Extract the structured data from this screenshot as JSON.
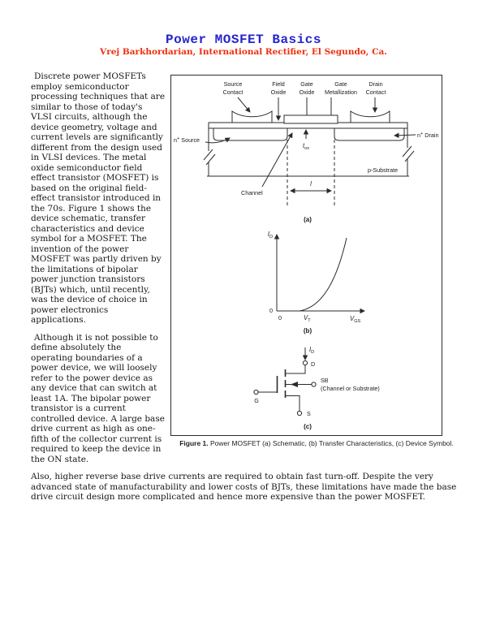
{
  "header": {
    "title": "Power MOSFET Basics",
    "subtitle": "Vrej Barkhordarian, International Rectifier, El Segundo, Ca."
  },
  "article": {
    "para1": "Discrete power MOSFETs employ semiconductor processing techniques that are similar to those of today's VLSI circuits, although the device geometry, voltage and current levels are significantly different from the design used in VLSI devices. The metal oxide semiconductor field effect transistor (MOSFET) is based on the original field-effect transistor introduced in the 70s.  Figure 1 shows the device schematic, transfer characteristics and device symbol for a MOSFET.  The invention of the power MOSFET was partly driven by the limitations of bipolar power junction transistors (BJTs) which, until recently, was the device of choice in power electronics applications.",
    "para2": "Although it is not possible to define absolutely the operating boundaries of a power device, we will loosely refer to the power device as any device that can switch at least 1A. The bipolar power transistor is a current controlled device. A large base drive current as high as one-fifth of the collector current is required to keep the device in the ON state.",
    "para3": "Also, higher reverse base drive currents are required to obtain fast turn-off. Despite the very advanced state of manufacturability and lower costs of BJTs, these limitations have made the base drive circuit design more complicated and hence more expensive than the power MOSFET."
  },
  "figure": {
    "caption": {
      "label": "Figure 1.",
      "text": " Power MOSFET (a) Schematic, (b) Transfer Characteristics, (c) Device Symbol."
    },
    "panel_a": {
      "tag": "(a)",
      "labels": {
        "source_contact_1": "Source",
        "source_contact_2": "Contact",
        "field_oxide_1": "Field",
        "field_oxide_2": "Oxide",
        "gate_oxide_1": "Gate",
        "gate_oxide_2": "Oxide",
        "gate_metal_1": "Gate",
        "gate_metal_2": "Metallization",
        "drain_contact_1": "Drain",
        "drain_contact_2": "Contact",
        "n_source": {
          "pre": "n",
          "sup": "+",
          "post": " Source"
        },
        "n_drain": {
          "pre": "n",
          "sup": "+",
          "post": " Drain"
        },
        "t_ox": {
          "sym": "t",
          "sub": "ox"
        },
        "p_substrate": "p-Substrate",
        "channel": "Channel",
        "length": "l"
      }
    },
    "panel_b": {
      "tag": "(b)",
      "y_axis": {
        "sym": "I",
        "sub": "D"
      },
      "x_axis": {
        "sym": "V",
        "sub": "GS"
      },
      "x_threshold": {
        "sym": "V",
        "sub": "T"
      },
      "y_origin": "0",
      "x_origin": "0"
    },
    "panel_c": {
      "tag": "(c)",
      "current": {
        "sym": "I",
        "sub": "D"
      },
      "drain": "D",
      "gate": "G",
      "source": "S",
      "bulk": "SB",
      "bulk_note": "(Channel or Substrate)"
    }
  }
}
